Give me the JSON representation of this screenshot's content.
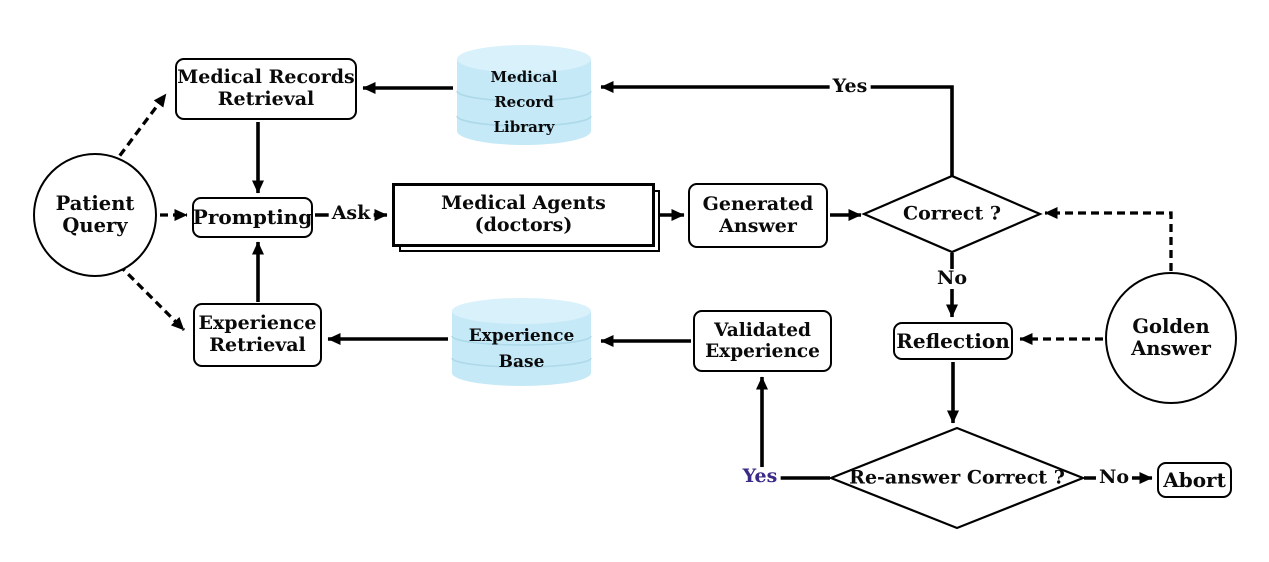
{
  "diagram": {
    "colors": {
      "line": "#000000",
      "node_fill": "#ffffff",
      "cylinder_body": "#c5e9f7",
      "cylinder_top": "#d9f1fb",
      "cylinder_line": "#a9d6e6",
      "reanswer_yes_text": "#3b2a86"
    },
    "nodes": {
      "patient_query": {
        "line1": "Patient",
        "line2": "Query"
      },
      "medical_records_retrieval": {
        "line1": "Medical Records",
        "line2": "Retrieval"
      },
      "prompting": {
        "label": "Prompting"
      },
      "medical_record_library": {
        "line1": "Medical",
        "line2": "Record",
        "line3": "Library"
      },
      "medical_agents": {
        "line1": "Medical Agents",
        "line2": "(doctors)"
      },
      "generated_answer": {
        "line1": "Generated",
        "line2": "Answer"
      },
      "correct_decision": {
        "label": "Correct ?"
      },
      "golden_answer": {
        "line1": "Golden",
        "line2": "Answer"
      },
      "reflection": {
        "label": "Reflection"
      },
      "experience_retrieval": {
        "line1": "Experience",
        "line2": "Retrieval"
      },
      "experience_base": {
        "line1": "Experience",
        "line2": "Base"
      },
      "validated_experience": {
        "line1": "Validated",
        "line2": "Experience"
      },
      "reanswer_decision": {
        "line1": "Re-answer",
        "line2": "Correct ?"
      },
      "abort": {
        "label": "Abort"
      }
    },
    "edge_labels": {
      "ask": "Ask",
      "correct_yes": "Yes",
      "correct_no": "No",
      "reanswer_yes": "Yes",
      "reanswer_no": "No"
    }
  }
}
